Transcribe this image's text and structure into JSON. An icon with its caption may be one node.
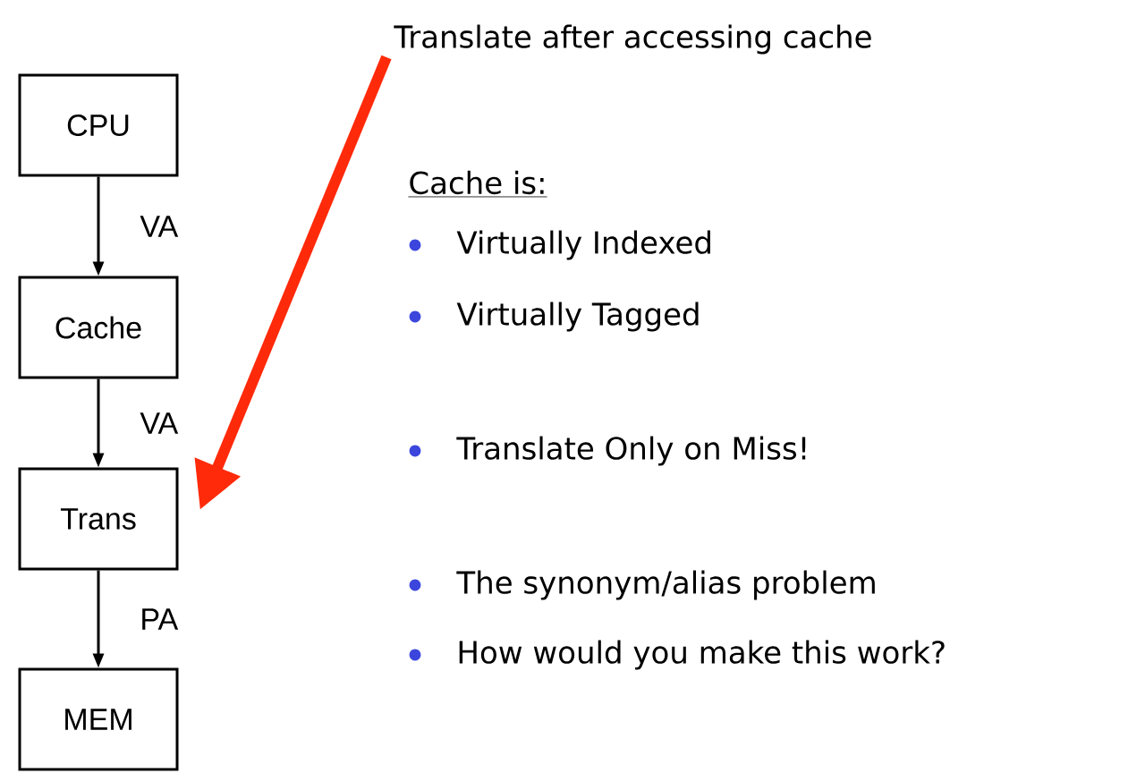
{
  "diagram": {
    "nodes": [
      {
        "text": [
          "CPU"
        ]
      },
      {
        "text": [
          "Cache"
        ]
      },
      {
        "text": [
          "Trans"
        ]
      },
      {
        "text": [
          "MEM"
        ]
      },
      {
        "text": [
          "Translate after accessing cache"
        ]
      }
    ],
    "edges": [
      {
        "from": 0,
        "to": 1,
        "arrow": "to",
        "label": "VA"
      },
      {
        "from": 1,
        "to": 2,
        "arrow": "to",
        "label": "VA"
      },
      {
        "from": 2,
        "to": 3,
        "arrow": "to",
        "label": "PA"
      },
      {
        "from": 4,
        "to": 2,
        "arrow": "to",
        "style": "thick",
        "color": "#ff2a0a"
      }
    ],
    "labels": [
      "Cache is:",
      "Virtually Indexed",
      "Virtually Tagged",
      "Translate Only on Miss!",
      "The synonym/alias problem",
      "How would you make this work?"
    ]
  }
}
